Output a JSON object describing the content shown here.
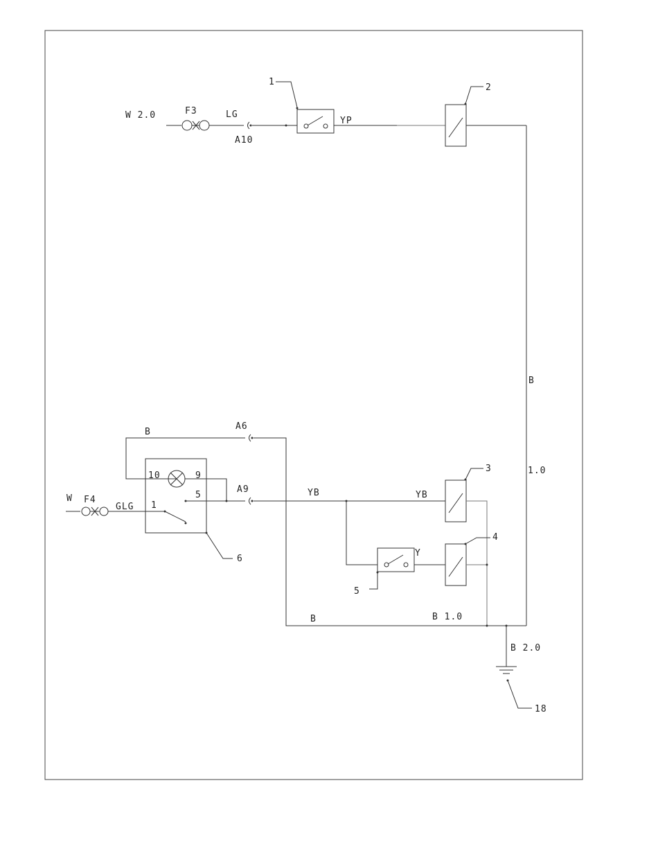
{
  "labels": {
    "feed_top": "W 2.0",
    "fuse_top": "F3",
    "wire_lg": "LG",
    "conn_a10": "A10",
    "wire_yp": "YP",
    "callout_1": "1",
    "callout_2": "2",
    "wire_b_right": "B",
    "wire_size_right": "1.0",
    "wire_b_loop": "B",
    "conn_a6": "A6",
    "conn_a9": "A9",
    "feed_bottom": "W",
    "fuse_bottom": "F4",
    "wire_glg": "GLG",
    "pin_10": "10",
    "pin_9": "9",
    "pin_5": "5",
    "pin_1": "1",
    "wire_yb_main": "YB",
    "wire_yb_right": "YB",
    "callout_3": "3",
    "callout_4": "4",
    "wire_y": "Y",
    "callout_5": "5",
    "callout_6": "6",
    "wire_b_bottom": "B",
    "wire_b10": "B 1.0",
    "wire_b20": "B 2.0",
    "callout_18": "18"
  }
}
